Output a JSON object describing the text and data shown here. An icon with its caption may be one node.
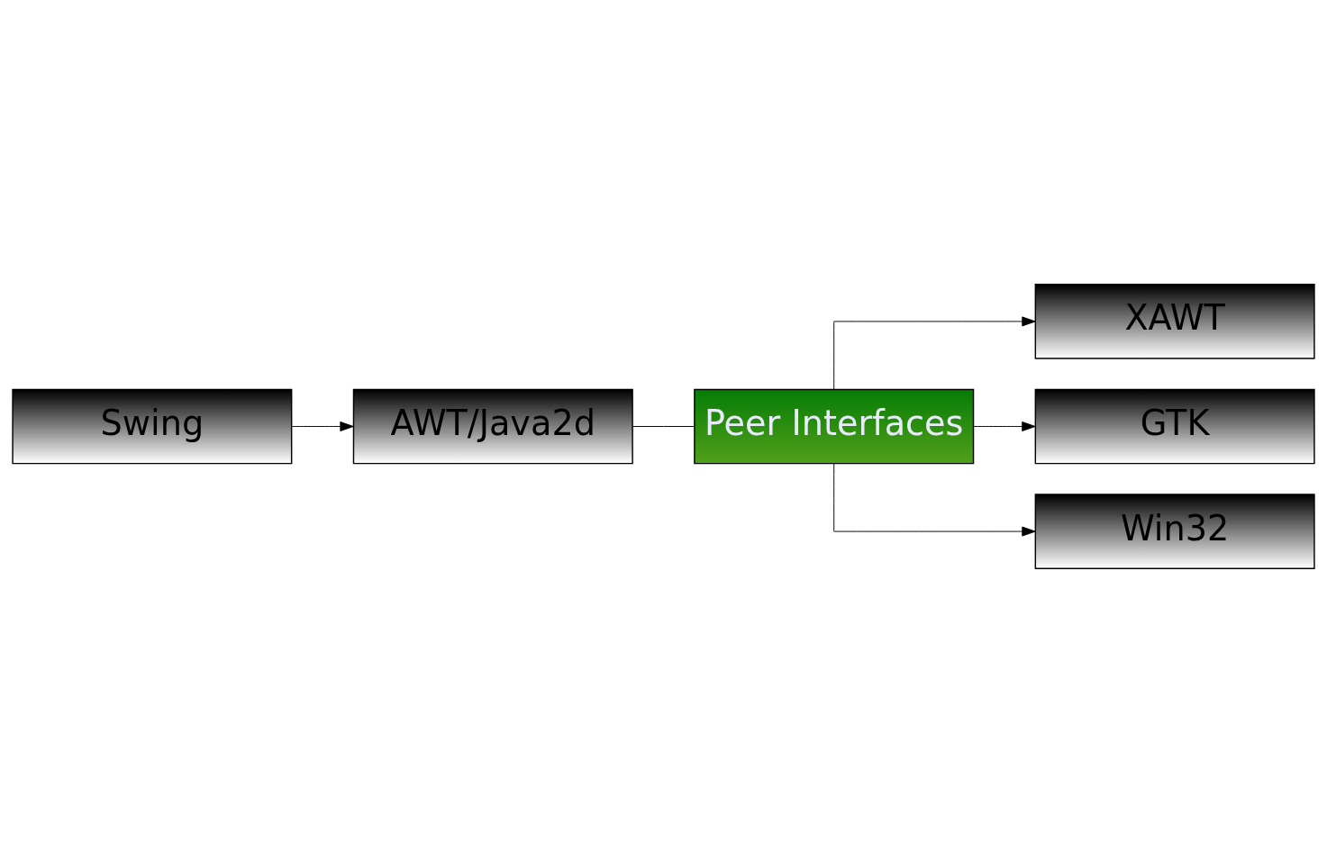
{
  "diagram": {
    "nodes": [
      {
        "text": [
          "Swing"
        ]
      },
      {
        "text": [
          "AWT/Java2d"
        ]
      },
      {
        "text": [
          "Peer Interfaces"
        ]
      },
      {
        "text": [
          "XAWT"
        ]
      },
      {
        "text": [
          "GTK"
        ]
      },
      {
        "text": [
          "Win32"
        ]
      }
    ],
    "edges": [
      {
        "from": 0,
        "to": 1,
        "arrow": "to"
      },
      {
        "from": 1,
        "to": 2,
        "arrow": "none"
      },
      {
        "from": 2,
        "to": 3,
        "arrow": "to"
      },
      {
        "from": 2,
        "to": 4,
        "arrow": "to"
      },
      {
        "from": 2,
        "to": 5,
        "arrow": "to"
      }
    ]
  }
}
